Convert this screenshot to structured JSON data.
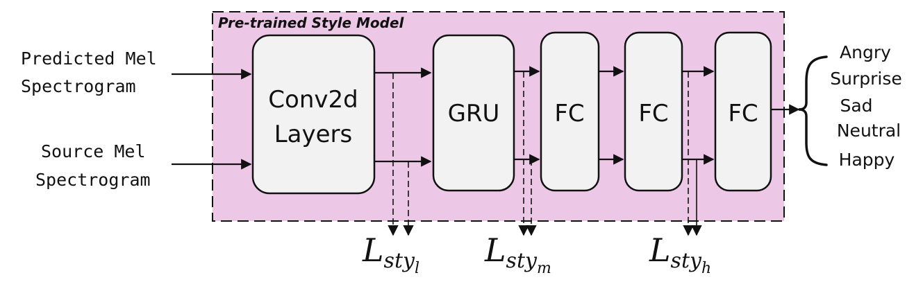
{
  "title": "Pre-trained Style Model",
  "inputs": {
    "predicted": {
      "line1": "Predicted Mel",
      "line2": "Spectrogram"
    },
    "source": {
      "line1": "Source Mel",
      "line2": "Spectrogram"
    }
  },
  "blocks": {
    "conv": {
      "line1": "Conv2d",
      "line2": "Layers"
    },
    "gru": "GRU",
    "fc1": "FC",
    "fc2": "FC",
    "fc3": "FC"
  },
  "outputs": [
    "Angry",
    "Surprise",
    "Sad",
    "Neutral",
    "Happy"
  ],
  "losses": {
    "low": {
      "main": "L",
      "sub": "sty",
      "subsub": "l"
    },
    "mid": {
      "main": "L",
      "sub": "sty",
      "subsub": "m"
    },
    "high": {
      "main": "L",
      "sub": "sty",
      "subsub": "h"
    }
  },
  "colors": {
    "panel_fill": "#ecc8e6",
    "block_fill": "#f2f2f2",
    "stroke": "#111111"
  }
}
